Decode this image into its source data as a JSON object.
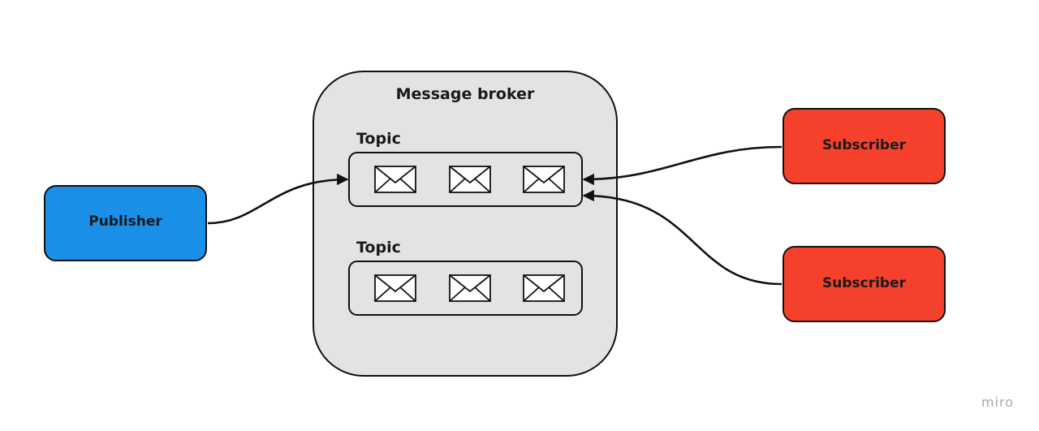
{
  "broker": {
    "title": "Message broker"
  },
  "topics": [
    {
      "label": "Topic",
      "message_count": 3
    },
    {
      "label": "Topic",
      "message_count": 3
    }
  ],
  "publisher": {
    "label": "Publisher",
    "color": "#1a8fe8"
  },
  "subscribers": [
    {
      "label": "Subscriber",
      "color": "#f5412b"
    },
    {
      "label": "Subscriber",
      "color": "#f5412b"
    }
  ],
  "watermark": "miro",
  "colors": {
    "broker_fill": "#e3e3e3",
    "stroke": "#111111"
  }
}
